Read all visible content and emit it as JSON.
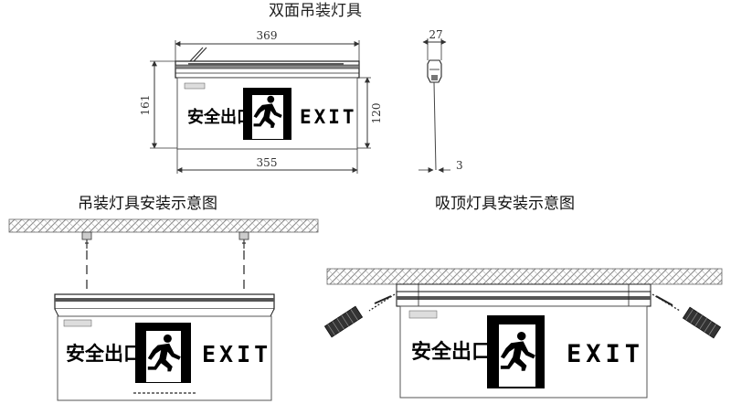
{
  "titles": {
    "main": "双面吊装灯具",
    "pendant_caption": "吊装灯具安装示意图",
    "ceiling_caption": "吸顶灯具安装示意图"
  },
  "dimensions": {
    "top_width": "369",
    "bottom_width": "355",
    "left_height": "161",
    "right_height": "120",
    "side_width": "27",
    "side_thickness": "3"
  },
  "sign": {
    "chinese_text": "安全出口",
    "exit_text": "EXIT"
  },
  "colors": {
    "line": "#333333",
    "ink": "#000000",
    "ceiling_hatch": "#8a8a8a"
  }
}
